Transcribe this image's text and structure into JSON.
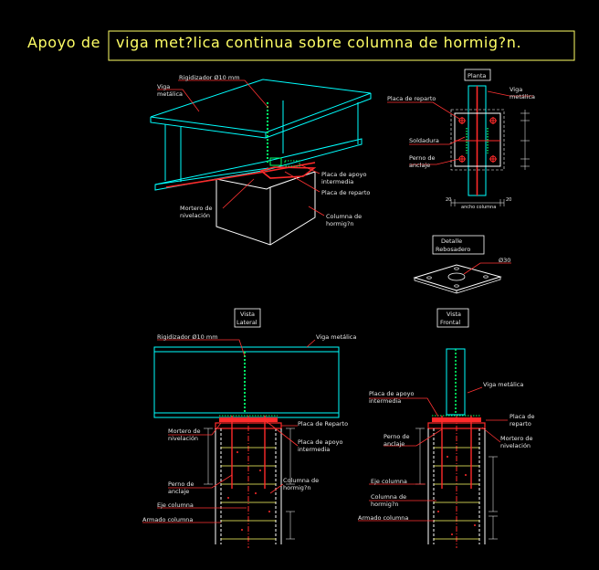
{
  "title": {
    "prefix": "Apoyo de",
    "boxed": "viga met?lica continua sobre columna de hormig?n."
  },
  "iso_view": {
    "rigidizador": "Rigidizador Ø10 mm",
    "viga_1": "Viga",
    "viga_2": "metálica",
    "placa_apoyo_1": "Placa de apoyo",
    "placa_apoyo_2": "intermedia",
    "placa_reparto": "Placa de reparto",
    "mortero_1": "Mortero de",
    "mortero_2": "nivelación",
    "columna_1": "Columna de",
    "columna_2": "hormig?n"
  },
  "planta": {
    "header": "Planta",
    "placa_reparto": "Placa de reparto",
    "viga_1": "Viga",
    "viga_2": "metálica",
    "soldadura": "Soldadura",
    "perno_1": "Perno de",
    "perno_2": "anclaje",
    "dim_left": "20",
    "dim_right": "20",
    "dim_bottom": "ancho columna"
  },
  "detalle": {
    "line1": "Detalle",
    "line2": "Rebosadero",
    "dim": "Ø30"
  },
  "vista_lateral": {
    "header_1": "Vista",
    "header_2": "Lateral",
    "rigidizador": "Rigidizador Ø10 mm",
    "viga": "Viga metálica",
    "mortero_1": "Mortero de",
    "mortero_2": "nivelación",
    "placa_reparto": "Placa de Reparto",
    "placa_apoyo_1": "Placa de apoyo",
    "placa_apoyo_2": "intermedia",
    "perno_1": "Perno de",
    "perno_2": "anclaje",
    "columna_1": "Columna de",
    "columna_2": "hormig?n",
    "eje": "Eje columna",
    "armado": "Armado columna"
  },
  "vista_frontal": {
    "header_1": "Vista",
    "header_2": "Frontal",
    "viga": "Viga metálica",
    "placa_apoyo_1": "Placa de apoyo",
    "placa_apoyo_2": "intermedia",
    "placa_reparto_1": "Placa de",
    "placa_reparto_2": "reparto",
    "perno_1": "Perno de",
    "perno_2": "anclaje",
    "mortero_1": "Mortero de",
    "mortero_2": "nivelación",
    "eje": "Eje columna",
    "columna_1": "Columna de",
    "columna_2": "hormig?n",
    "armado": "Armado columna"
  },
  "colors": {
    "background": "#000000",
    "steel": "#00ffff",
    "plate": "#ff2a2a",
    "weld": "#00ff66",
    "text": "#e8e8e8",
    "title": "#ffff66",
    "concrete": "#ffffff"
  }
}
